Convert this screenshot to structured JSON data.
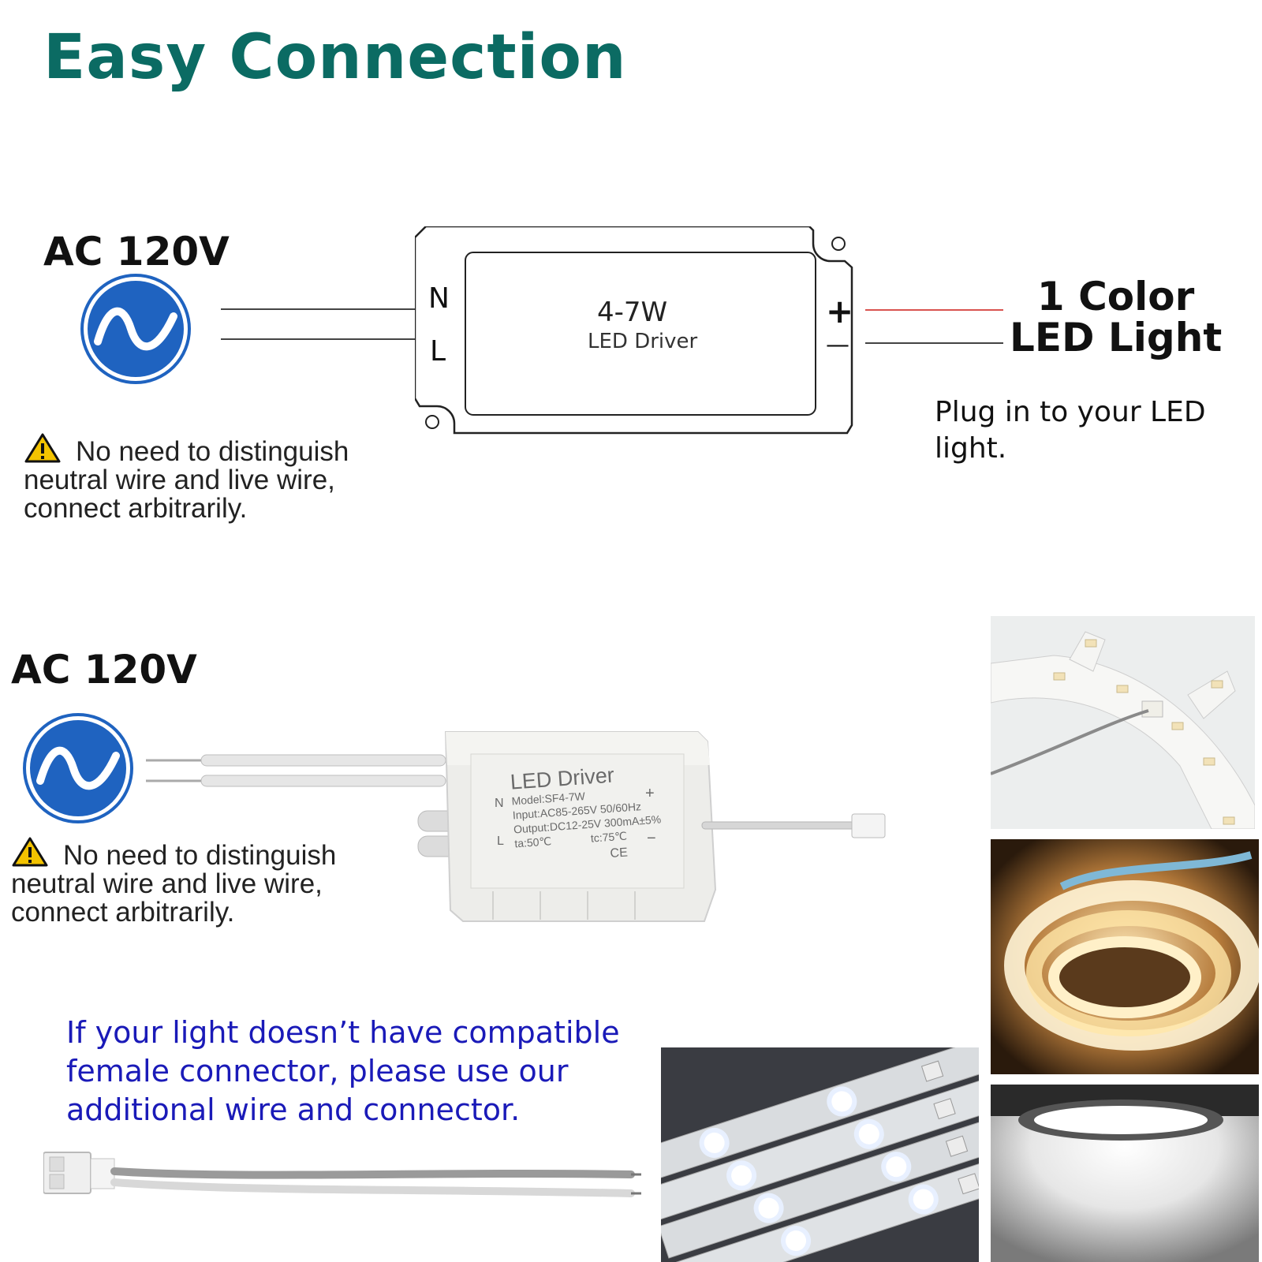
{
  "title": "Easy Connection",
  "diagram": {
    "input_label": "AC 120V",
    "icon": "ac-sine-wave-icon",
    "terminals": {
      "neutral": "N",
      "live": "L",
      "positive": "+",
      "negative": "—"
    },
    "driver_wattage": "4-7W",
    "driver_name": "LED Driver",
    "output_label_line1": "1 Color",
    "output_label_line2": "LED Light",
    "plug_note": "Plug in to your LED light."
  },
  "warning": {
    "icon": "warning-triangle-icon",
    "line1": "No need to distinguish",
    "line2": "neutral wire and live wire,",
    "line3": "connect arbitrarily."
  },
  "product": {
    "input_label": "AC 120V",
    "sticker": {
      "title": "LED Driver",
      "model": "Model:SF4-7W",
      "input": "Input:AC85-265V 50/60Hz",
      "output": "Output:DC12-25V 300mA±5%",
      "ta": "ta:50℃",
      "tc": "tc:75℃",
      "n": "N",
      "l": "L",
      "plus": "+",
      "minus": "−",
      "ce": "CE"
    }
  },
  "connector_note": "If your light doesn’t have compatible female connector, please use our additional wire and connector.",
  "colors": {
    "title": "#0b6b63",
    "ac_icon": "#1f63c0",
    "note_blue": "#1a1ab8",
    "positive_wire": "#d9534f"
  }
}
